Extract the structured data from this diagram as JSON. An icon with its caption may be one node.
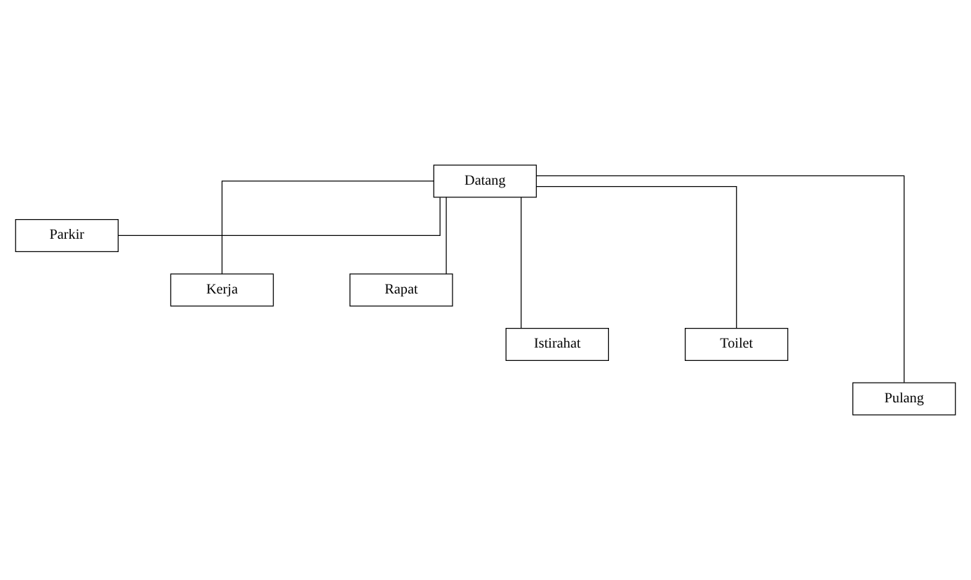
{
  "diagram": {
    "nodes": [
      {
        "text": [
          "Datang"
        ]
      },
      {
        "text": [
          "Parkir"
        ]
      },
      {
        "text": [
          "Kerja"
        ]
      },
      {
        "text": [
          "Rapat"
        ]
      },
      {
        "text": [
          "Istirahat"
        ]
      },
      {
        "text": [
          "Toilet"
        ]
      },
      {
        "text": [
          "Pulang"
        ]
      }
    ],
    "edges": [
      {
        "from": 0,
        "to": 1,
        "arrow": "none"
      },
      {
        "from": 0,
        "to": 2,
        "arrow": "none"
      },
      {
        "from": 0,
        "to": 3,
        "arrow": "none"
      },
      {
        "from": 0,
        "to": 4,
        "arrow": "none"
      },
      {
        "from": 0,
        "to": 5,
        "arrow": "none"
      },
      {
        "from": 0,
        "to": 6,
        "arrow": "none"
      }
    ]
  }
}
